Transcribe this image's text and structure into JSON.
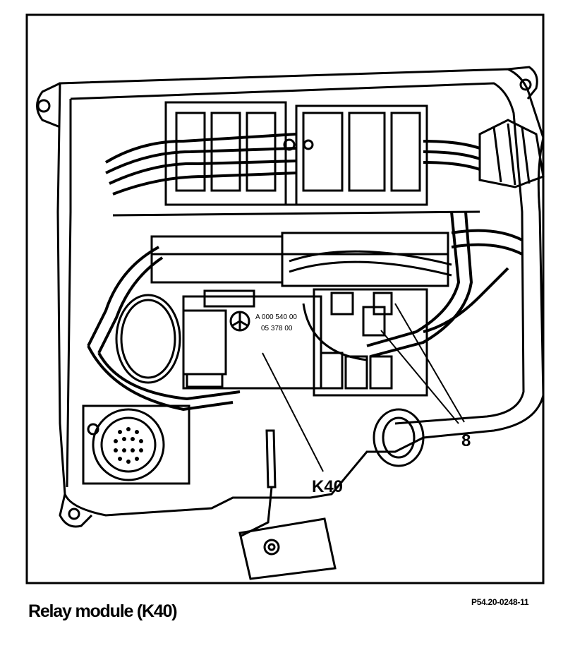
{
  "caption": "Relay module (K40)",
  "reference_code": "P54.20-0248-11",
  "callouts": {
    "module": "K40",
    "relays": "8"
  },
  "part_marking": {
    "line1": "A 000 540 00",
    "line2": "05 378 00"
  }
}
